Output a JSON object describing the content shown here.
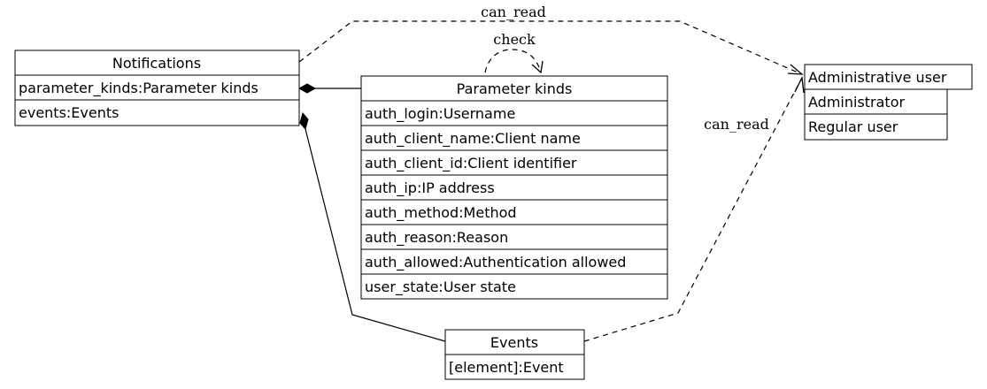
{
  "boxes": {
    "notifications": {
      "title": "Notifications",
      "rows": [
        "parameter_kinds:Parameter kinds",
        "events:Events"
      ]
    },
    "parameter_kinds": {
      "title": "Parameter kinds",
      "rows": [
        "auth_login:Username",
        "auth_client_name:Client name",
        "auth_client_id:Client identifier",
        "auth_ip:IP address",
        "auth_method:Method",
        "auth_reason:Reason",
        "auth_allowed:Authentication allowed",
        "user_state:User state"
      ]
    },
    "administrative_user": {
      "title": "Administrative user",
      "rows": [
        "Administrator",
        "Regular user"
      ]
    },
    "events": {
      "title": "Events",
      "rows": [
        "[element]:Event"
      ]
    }
  },
  "edges": {
    "can_read_top": "can_read",
    "check": "check",
    "can_read_bottom": "can_read"
  }
}
